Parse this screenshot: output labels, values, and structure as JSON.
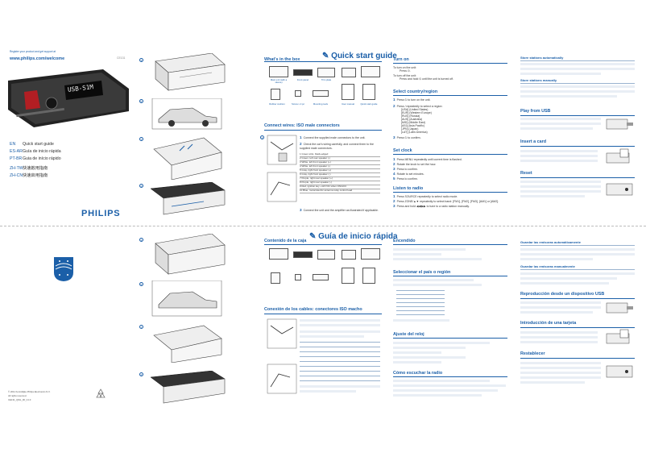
{
  "cover": {
    "register_text": "Register your product and get support at",
    "url": "www.philips.com/welcome",
    "model": "CE131",
    "display_text": "USB-S1M",
    "brand": "PHILIPS",
    "languages": [
      {
        "code": "EN",
        "name": "Quick start guide"
      },
      {
        "code": "ES-AR",
        "name": "Guía de inicio rápida"
      },
      {
        "code": "PT-BR",
        "name": "Guia de início rápido"
      },
      {
        "code": "ZH-TW",
        "name": "快速啟用指南"
      },
      {
        "code": "ZH-CN",
        "name": "快速启用指南"
      }
    ],
    "footer": [
      "© 2011 Koninklijke Philips Electronics N.V.",
      "All rights reserved.",
      "CE131_QSG_00_V1.0"
    ]
  },
  "en": {
    "title": "Quick start guide",
    "whats_in_box": "What's in the box",
    "box_items": [
      "Main unit (with a sleeve)",
      "Front panel",
      "Trim plate",
      "Rubber cushion",
      "Screw x 2 pc",
      "Mounting tools",
      "User manual",
      "Quick start guide"
    ],
    "connect_wires": "Connect wires: ISO male connectors",
    "connect_steps": [
      "Connect the supplied male connectors to the unit.",
      "Check the car's wiring carefully, and connect them to the supplied male connectors.",
      "Connect the unit and the amplifier as illustrated if applicable."
    ],
    "wire_rows": [
      "1  Green strip, black-edged",
      "2  Green, left rear speaker (-)",
      "3  White, left front speaker (+)",
      "4  White, left front speaker (-)",
      "5  Gray, right front speaker (+)",
      "6  Gray, right front speaker (-)",
      "7  Purple, right rear speaker (+)",
      "8  Purple, right rear speaker (-)",
      "9  Red, ignition key +12V DC when ON/ACC",
      "10 Blue, motor/electric antenna relay control lead"
    ],
    "turn_on": "Turn on",
    "turn_on_lines": [
      "To turn on the unit:",
      "Press ⏻.",
      "To turn off the unit:",
      "Press and hold ⏻ until the unit is turned off."
    ],
    "select_region": "Select country/region",
    "region_steps": [
      "Press ⏻ to turn on the unit.",
      "Press / repeatedly to select a region:",
      "Press ⏻ to confirm."
    ],
    "regions": [
      "[USA] (United States)",
      "[EUR] (Western Europe)",
      "[RUS] (Russia)",
      "[AUS] (Australia)",
      "[MID] (Middle East)",
      "[ASI] (Asia Pacific)",
      "[JPN] (Japan)",
      "[LAT] (Latin America)"
    ],
    "set_clock": "Set clock",
    "clock_steps": [
      "Press MENU repeatedly until current time is flashed.",
      "Rotate the knob to set the hour.",
      "Press to confirm.",
      "Rotate to set minutes.",
      "Press to confirm."
    ],
    "listen_radio": "Listen to radio",
    "radio_steps": [
      "Press SOURCE repeatedly to select radio mode.",
      "Press ZONE/▲▼ repeatedly to select band: [FM1], [FM2], [FM3], [AM1] or [AM2].",
      "Press and hold ◀◀/▶▶ to tune to a radio station manually."
    ],
    "store_auto": "Store stations automatically",
    "store_manual": "Store stations manually",
    "play_usb": "Play from USB",
    "insert_card": "Insert a card",
    "reset": "Reset"
  },
  "es": {
    "title": "Guía de inicio rápida",
    "contents": "Contenido de la caja",
    "connect_wires": "Conexión de los cables: conectores ISO macho",
    "encendido": "Encendido",
    "region": "Seleccionar el país o región",
    "clock": "Ajuste del reloj",
    "radio": "Cómo escuchar la radio",
    "store_auto": "Guardar las emisoras automáticamente",
    "store_manual": "Guardar las emisoras manualmente",
    "usb": "Reproducción desde un dispositivo USB",
    "card": "Introducción de una tarjeta",
    "reset": "Restablecer"
  },
  "colors": {
    "accent": "#1b5fa8",
    "light": "#e9eef5"
  }
}
